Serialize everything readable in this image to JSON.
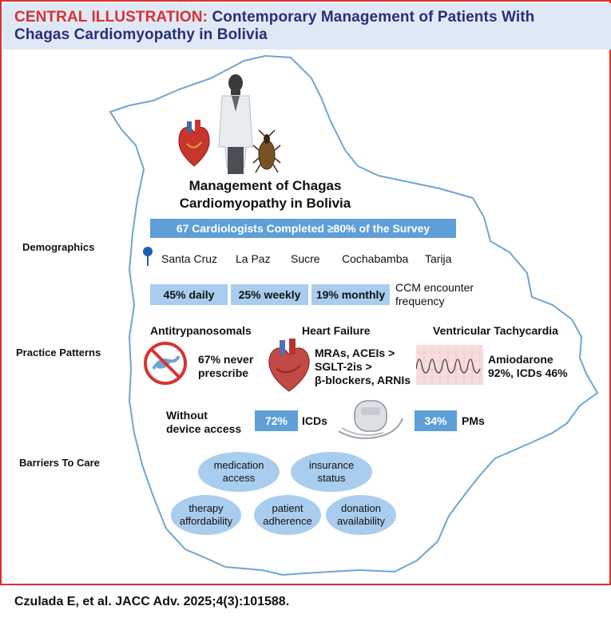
{
  "header": {
    "label": "CENTRAL ILLUSTRATION:",
    "title_line1": "Contemporary Management of Patients With",
    "title_line2": "Chagas Cardiomyopathy in Bolivia"
  },
  "center_title": {
    "line1": "Management of Chagas",
    "line2": "Cardiomyopathy in Bolivia"
  },
  "banner": {
    "number": "67",
    "text": " Cardiologists Completed ≥80% of the Survey"
  },
  "sections": {
    "demographics": "Demographics",
    "practice": "Practice Patterns",
    "barriers": "Barriers To Care"
  },
  "cities": [
    "Santa Cruz",
    "La Paz",
    "Sucre",
    "Cochabamba",
    "Tarija"
  ],
  "frequency": {
    "items": [
      {
        "pct": "45%",
        "label": "daily"
      },
      {
        "pct": "25%",
        "label": "weekly"
      },
      {
        "pct": "19%",
        "label": "monthly"
      }
    ],
    "caption_line1": "CCM encounter",
    "caption_line2": "frequency"
  },
  "antitrypanosomals": {
    "heading": "Antitrypanosomals",
    "line1": "67% never",
    "line2": "prescribe"
  },
  "heart_failure": {
    "heading": "Heart Failure",
    "line1": "MRAs, ACEIs >",
    "line2": "SGLT-2is >",
    "line3": "β-blockers, ARNIs"
  },
  "vt": {
    "heading": "Ventricular Tachycardia",
    "line1": "Amiodarone",
    "line2": "92%, ICDs 46%"
  },
  "device": {
    "label_line1": "Without",
    "label_line2": "device access",
    "icd_pct": "72%",
    "icd_label": "ICDs",
    "pm_pct": "34%",
    "pm_label": "PMs"
  },
  "barriers": [
    {
      "line1": "medication",
      "line2": "access"
    },
    {
      "line1": "insurance",
      "line2": "status"
    },
    {
      "line1": "therapy",
      "line2": "affordability"
    },
    {
      "line1": "patient",
      "line2": "adherence"
    },
    {
      "line1": "donation",
      "line2": "availability"
    }
  ],
  "citation": "Czulada E, et al. JACC Adv. 2025;4(3):101588.",
  "colors": {
    "accent_red": "#d9322f",
    "title_navy": "#27307a",
    "header_bg": "#dfe9f6",
    "blue_dark": "#5d9fd6",
    "blue_light": "#a9cdee",
    "map_outline": "#6fa5d2"
  }
}
